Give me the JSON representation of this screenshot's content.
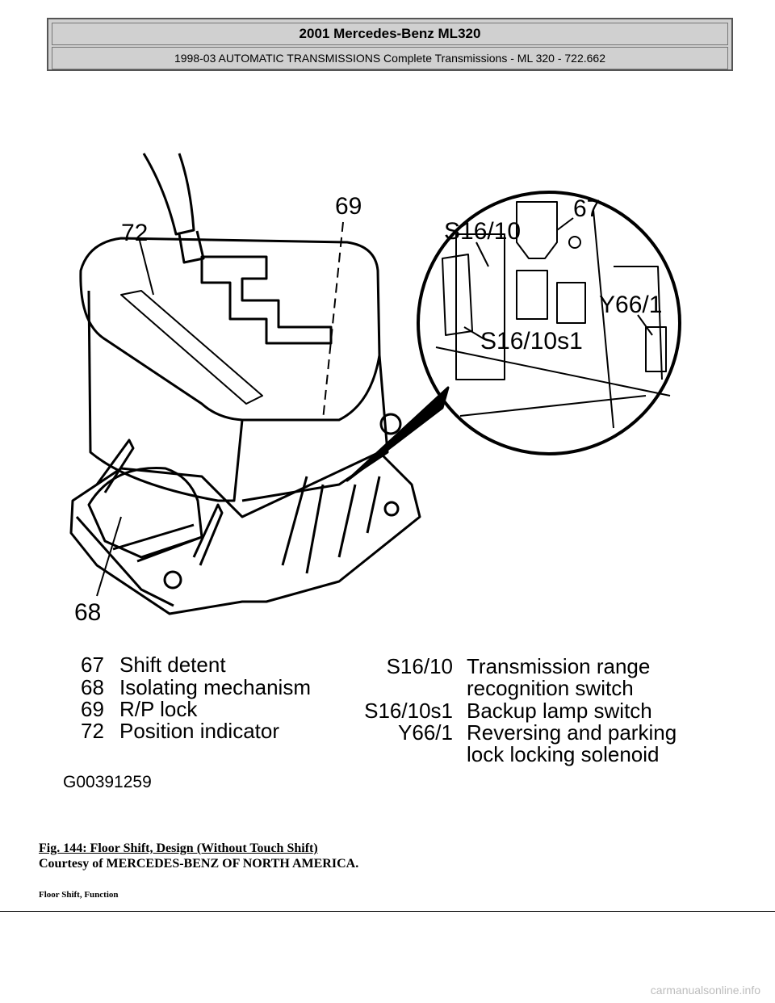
{
  "header": {
    "title": "2001 Mercedes-Benz ML320",
    "subtitle": "1998-03 AUTOMATIC TRANSMISSIONS Complete Transmissions - ML 320 - 722.662"
  },
  "figure": {
    "callouts": {
      "c72": "72",
      "c69": "69",
      "c68": "68",
      "c67": "67",
      "cS1610": "S16/10",
      "cS1610s1": "S16/10s1",
      "cY661": "Y66/1"
    },
    "legend_left": [
      {
        "num": "67",
        "desc": "Shift detent"
      },
      {
        "num": "68",
        "desc": "Isolating mechanism"
      },
      {
        "num": "69",
        "desc": "R/P lock"
      },
      {
        "num": "72",
        "desc": "Position indicator"
      }
    ],
    "legend_right": [
      {
        "code": "S16/10",
        "desc1": "Transmission range",
        "desc2": "recognition switch"
      },
      {
        "code": "S16/10s1",
        "desc1": "Backup lamp switch",
        "desc2": ""
      },
      {
        "code": "Y66/1",
        "desc1": "Reversing and parking",
        "desc2": "lock locking solenoid"
      }
    ],
    "graphic_id": "G00391259"
  },
  "caption": {
    "title": "Fig. 144: Floor Shift, Design (Without Touch Shift)",
    "courtesy": "Courtesy of MERCEDES-BENZ OF NORTH AMERICA."
  },
  "section_heading": "Floor Shift, Function",
  "watermark": "carmanualsonline.info"
}
